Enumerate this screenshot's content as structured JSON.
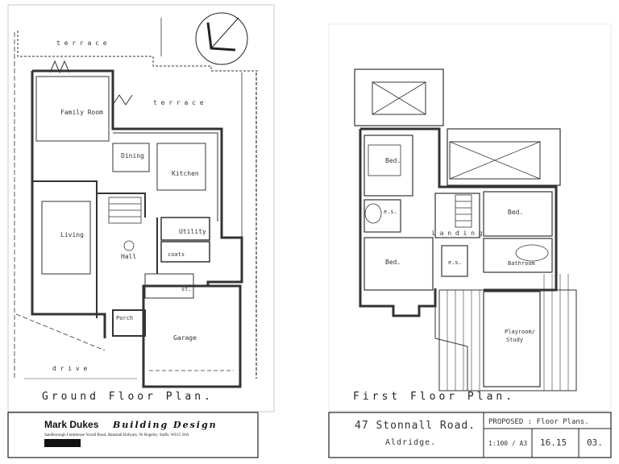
{
  "ground_floor": {
    "rooms": {
      "terrace_top": "t e r r a c e",
      "terrace_mid": "t e r r a c e",
      "family_room": "Family Room",
      "dining": "Dining",
      "kitchen": "Kitchen",
      "living": "Living",
      "hall": "Hall",
      "utility": "Utility",
      "coats": "coats",
      "store": "st.",
      "porch": "Porch",
      "garage": "Garage",
      "drive": "d r i v e"
    },
    "title": "Ground   Floor   Plan."
  },
  "first_floor": {
    "rooms": {
      "bed_1": "Bed.",
      "bed_2": "Bed.",
      "bed_3": "Bed.",
      "ensuite_1": "e.s.",
      "ensuite_2": "e.s.",
      "landing": "L a n d i n g",
      "bathroom": "Bathroom",
      "playroom": "Playroom/",
      "study": "Study"
    },
    "title": "First   Floor   Plan."
  },
  "title_block": {
    "company": "Mark Dukes",
    "tagline": "Building Design",
    "address": "Sandborough Farmhouse  Yoxall Road, Hamstall Ridware, Nr Rugeley, Staffs. WS15 3SA",
    "project_address": "47 Stonnall Road.",
    "project_town": "Aldridge.",
    "status": "PROPOSED : Floor Plans.",
    "scale": "1:100 / A3",
    "job_no": "16.15",
    "sheet_no": "03."
  }
}
